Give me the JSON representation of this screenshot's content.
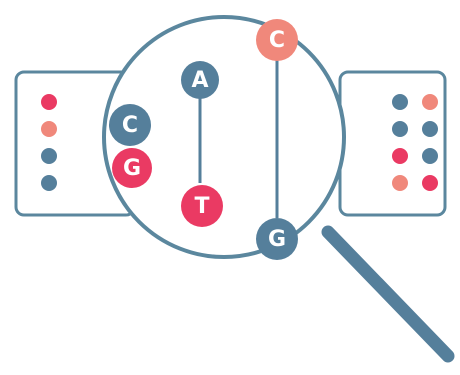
{
  "colors": {
    "outline": "#5b879e",
    "blue": "#557f9b",
    "red": "#ea3a63",
    "salmon": "#f0887b",
    "white": "#ffffff"
  },
  "left_panel": {
    "dots": [
      "red",
      "salmon",
      "blue",
      "blue"
    ]
  },
  "right_panel": {
    "dots": [
      [
        "blue",
        "salmon"
      ],
      [
        "blue",
        "blue"
      ],
      [
        "red",
        "blue"
      ],
      [
        "salmon",
        "red"
      ]
    ]
  },
  "lens": {
    "nucleotides": [
      {
        "id": "c-top",
        "letter": "C",
        "color": "salmon"
      },
      {
        "id": "c-left",
        "letter": "C",
        "color": "blue"
      },
      {
        "id": "g-left",
        "letter": "G",
        "color": "red"
      },
      {
        "id": "a-center",
        "letter": "A",
        "color": "blue"
      },
      {
        "id": "t-center",
        "letter": "T",
        "color": "red"
      },
      {
        "id": "g-bottom",
        "letter": "G",
        "color": "blue"
      }
    ]
  },
  "icon": "magnifying-glass-dna-icon"
}
